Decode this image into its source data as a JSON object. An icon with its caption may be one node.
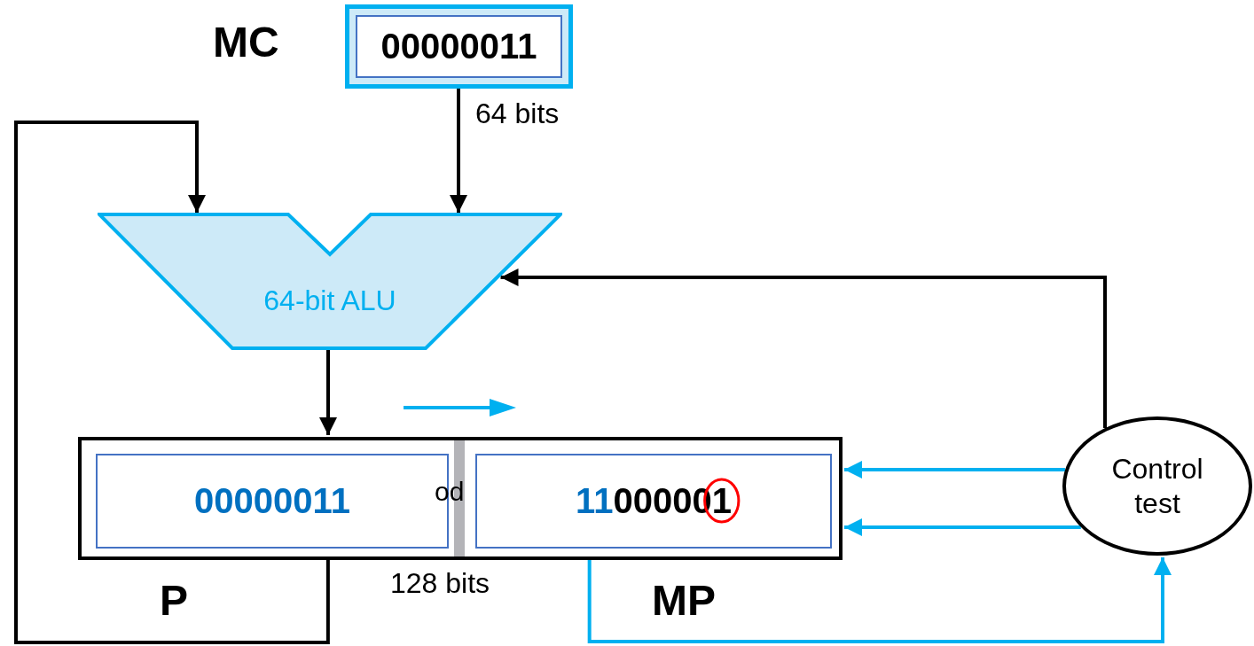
{
  "diagram": {
    "nodes": [
      {
        "text": [
          "00000011"
        ],
        "beside": [
          "MC"
        ]
      },
      {
        "text": [
          "64-bit ALU"
        ]
      },
      {
        "text": [],
        "shape": "box",
        "beside": [
          "128 bits"
        ]
      },
      {
        "text": [
          "00000011"
        ],
        "in": 2,
        "beside": [
          "P"
        ]
      },
      {
        "text": [
          "11000001"
        ],
        "in": 2,
        "beside": [
          "MP"
        ]
      },
      {
        "text": [
          "Control test"
        ]
      }
    ],
    "edges": [
      {
        "from": 0,
        "to": 1,
        "arrow": "to",
        "label": "64 bits"
      },
      {
        "from": 2,
        "to": 1,
        "arrow": "to"
      },
      {
        "from": 1,
        "to": 2,
        "arrow": "to"
      },
      {
        "from": 5,
        "to": 1,
        "arrow": "to"
      },
      {
        "from": 5,
        "to": 2,
        "arrow": "to",
        "color": "#00b0f0"
      },
      {
        "from": 5,
        "to": 2,
        "arrow": "to",
        "color": "#00b0f0"
      },
      {
        "from": 2,
        "to": 5,
        "arrow": "to",
        "color": "#00b0f0"
      }
    ],
    "labels": [
      "od"
    ]
  }
}
